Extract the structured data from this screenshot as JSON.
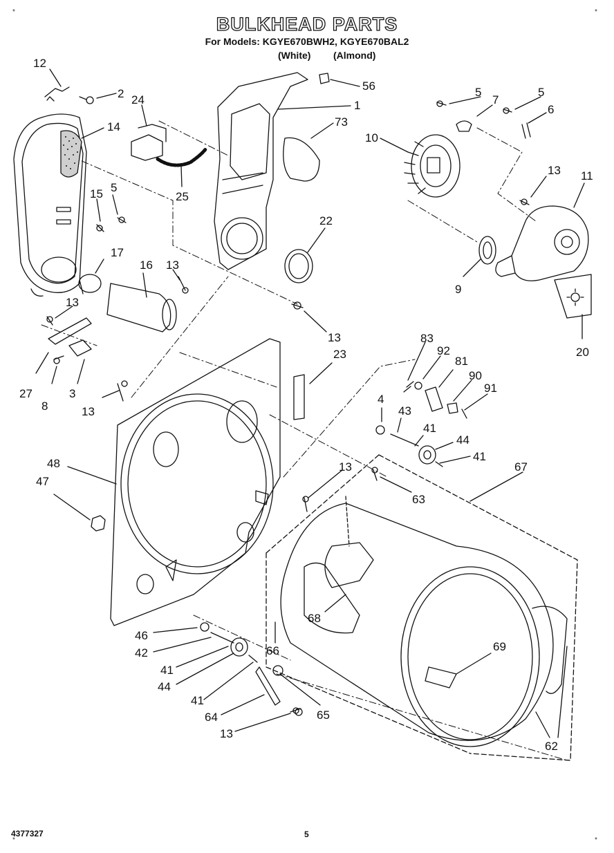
{
  "header": {
    "title": "BULKHEAD PARTS",
    "models_line": "For Models: KGYE670BWH2, KGYE670BAL2",
    "variant_white": "(White)",
    "variant_almond": "(Almond)"
  },
  "footer": {
    "document_number": "4377327",
    "page_number": "5"
  },
  "corner_marks": [
    "*",
    "*",
    "*",
    "*"
  ],
  "callouts": [
    {
      "id": "c12",
      "label": "12"
    },
    {
      "id": "c2",
      "label": "2"
    },
    {
      "id": "c24",
      "label": "24"
    },
    {
      "id": "c56",
      "label": "56"
    },
    {
      "id": "c1",
      "label": "1"
    },
    {
      "id": "c73",
      "label": "73"
    },
    {
      "id": "c14",
      "label": "14"
    },
    {
      "id": "c5a",
      "label": "5"
    },
    {
      "id": "c7",
      "label": "7"
    },
    {
      "id": "c5b",
      "label": "5"
    },
    {
      "id": "c6",
      "label": "6"
    },
    {
      "id": "c10",
      "label": "10"
    },
    {
      "id": "c13a",
      "label": "13"
    },
    {
      "id": "c11",
      "label": "11"
    },
    {
      "id": "c25",
      "label": "25"
    },
    {
      "id": "c15",
      "label": "15"
    },
    {
      "id": "c5c",
      "label": "5"
    },
    {
      "id": "c22",
      "label": "22"
    },
    {
      "id": "c17",
      "label": "17"
    },
    {
      "id": "c16",
      "label": "16"
    },
    {
      "id": "c13b",
      "label": "13"
    },
    {
      "id": "c9",
      "label": "9"
    },
    {
      "id": "c20",
      "label": "20"
    },
    {
      "id": "c13c",
      "label": "13"
    },
    {
      "id": "c13d",
      "label": "13"
    },
    {
      "id": "c27",
      "label": "27"
    },
    {
      "id": "c8",
      "label": "8"
    },
    {
      "id": "c3",
      "label": "3"
    },
    {
      "id": "c83",
      "label": "83"
    },
    {
      "id": "c92",
      "label": "92"
    },
    {
      "id": "c23",
      "label": "23"
    },
    {
      "id": "c81",
      "label": "81"
    },
    {
      "id": "c90",
      "label": "90"
    },
    {
      "id": "c91",
      "label": "91"
    },
    {
      "id": "c13e",
      "label": "13"
    },
    {
      "id": "c4",
      "label": "4"
    },
    {
      "id": "c43",
      "label": "43"
    },
    {
      "id": "c41a",
      "label": "41"
    },
    {
      "id": "c44a",
      "label": "44"
    },
    {
      "id": "c41b",
      "label": "41"
    },
    {
      "id": "c48",
      "label": "48"
    },
    {
      "id": "c13f",
      "label": "13"
    },
    {
      "id": "c67",
      "label": "67"
    },
    {
      "id": "c47",
      "label": "47"
    },
    {
      "id": "c63",
      "label": "63"
    },
    {
      "id": "c68",
      "label": "68"
    },
    {
      "id": "c69",
      "label": "69"
    },
    {
      "id": "c46",
      "label": "46"
    },
    {
      "id": "c42",
      "label": "42"
    },
    {
      "id": "c66",
      "label": "66"
    },
    {
      "id": "c41c",
      "label": "41"
    },
    {
      "id": "c44b",
      "label": "44"
    },
    {
      "id": "c41d",
      "label": "41"
    },
    {
      "id": "c65",
      "label": "65"
    },
    {
      "id": "c64",
      "label": "64"
    },
    {
      "id": "c13g",
      "label": "13"
    },
    {
      "id": "c62",
      "label": "62"
    }
  ]
}
